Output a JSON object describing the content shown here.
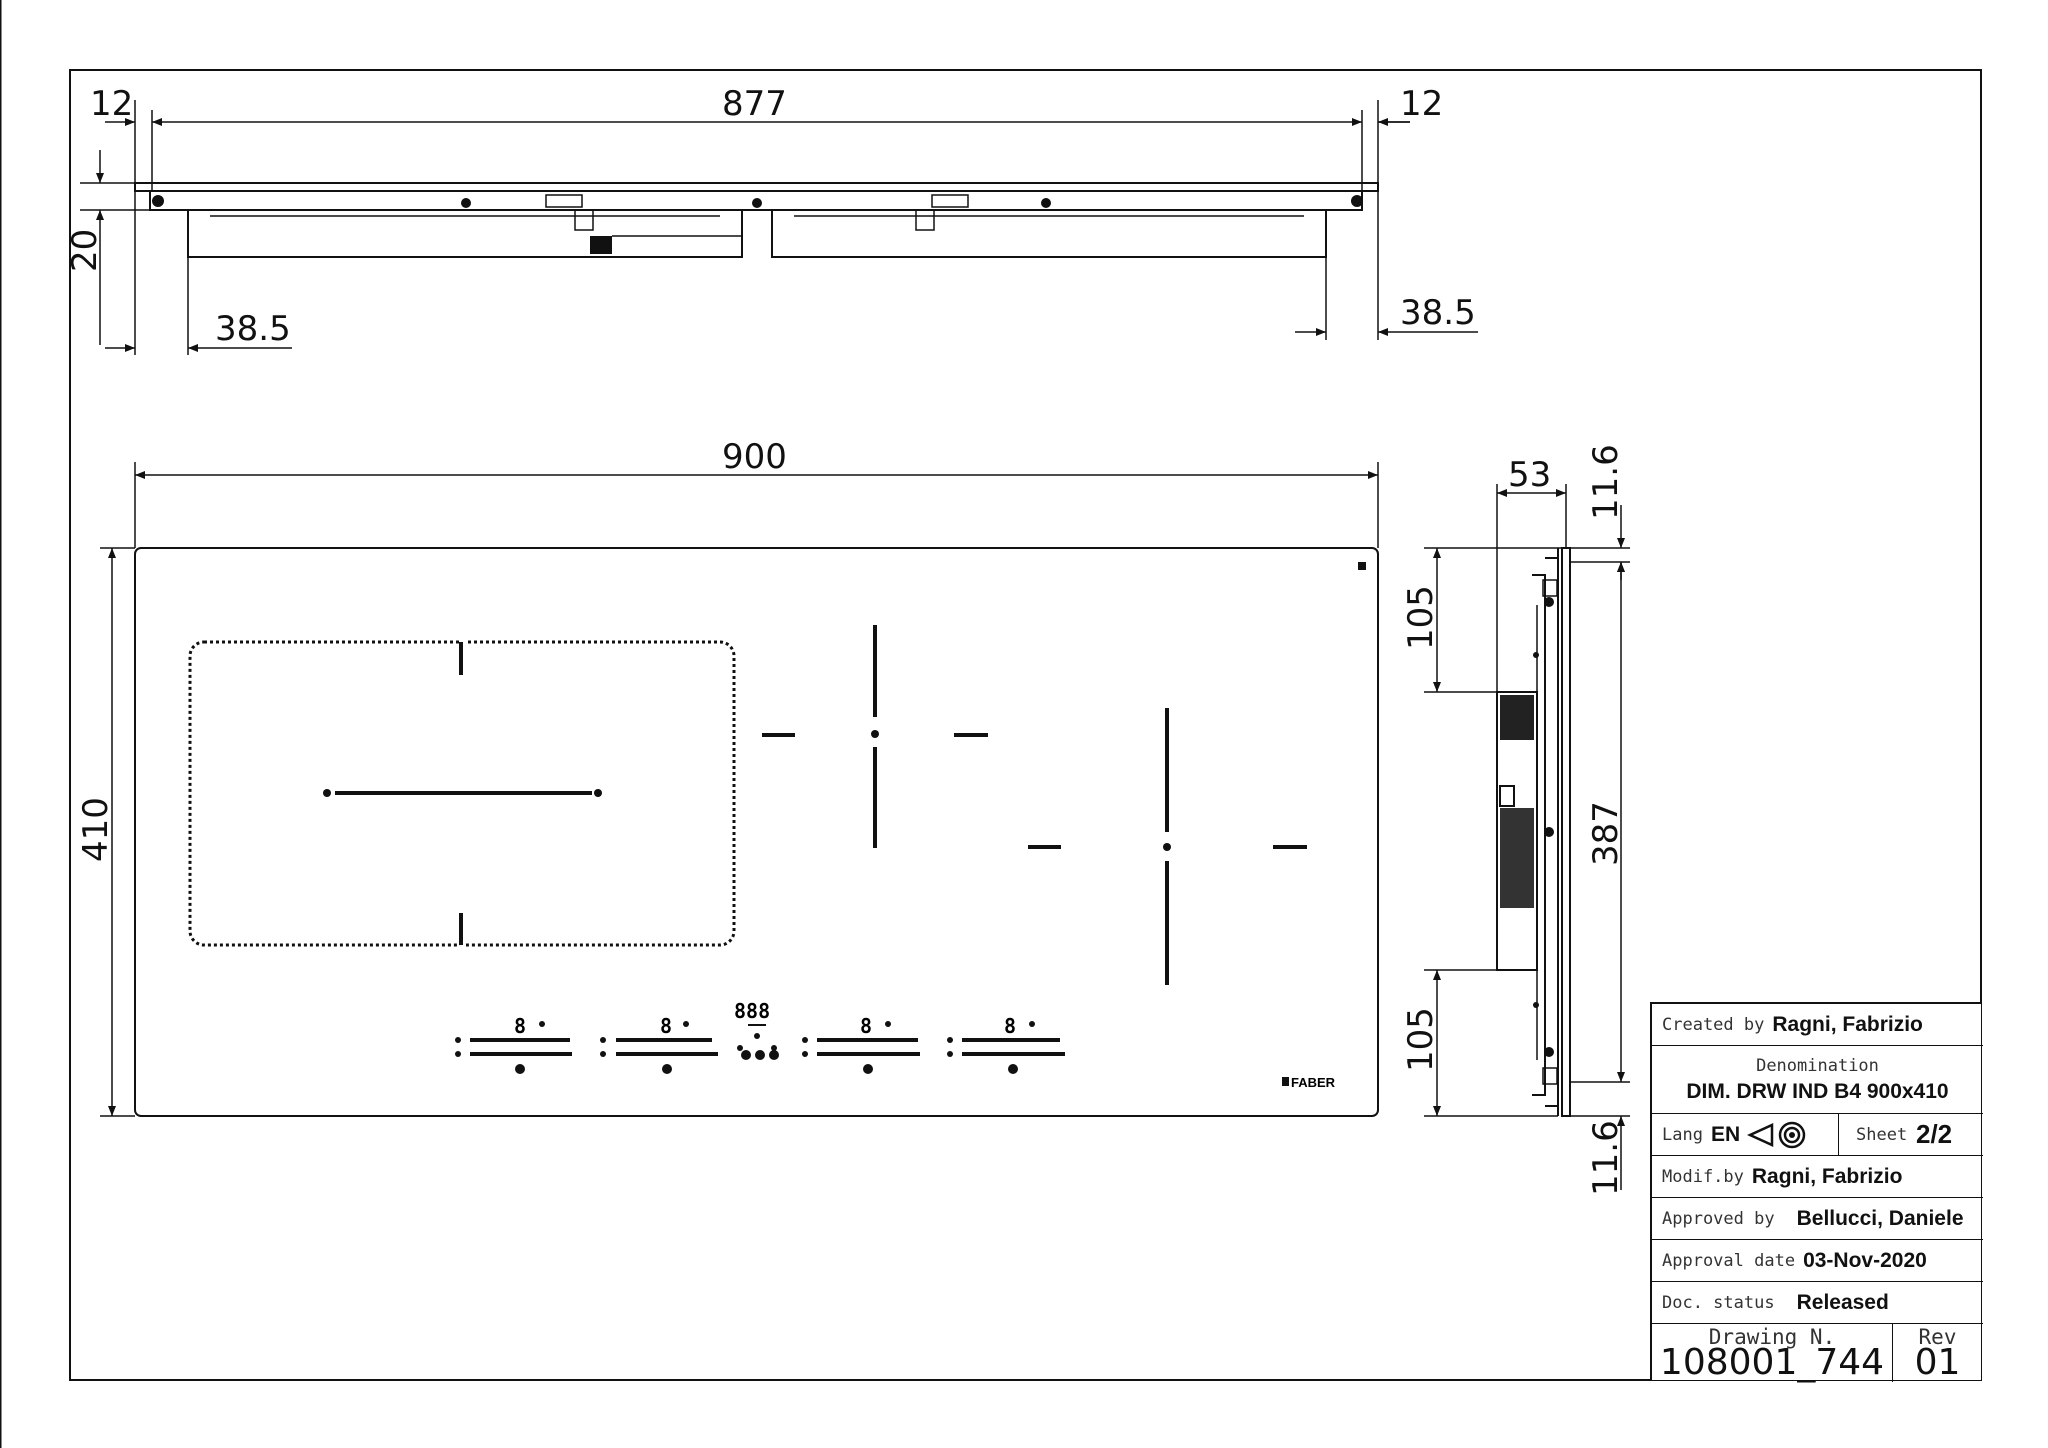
{
  "dimensions": {
    "top_left_overhang": "12",
    "top_width": "877",
    "top_right_overhang": "12",
    "depth": "20",
    "left_inset": "38.5",
    "right_inset": "38.5",
    "overall_width": "900",
    "overall_depth": "410",
    "side_thickness": "53",
    "side_top_offset": "11.6",
    "side_upper_span": "105",
    "side_height": "387",
    "side_lower_span": "105",
    "side_bottom_offset": "11.6"
  },
  "cooktop": {
    "brand": "FABER",
    "control_digits": [
      "8",
      "8",
      "888",
      "8",
      "8"
    ]
  },
  "title_block": {
    "created_label": "Created by",
    "created_value": "Ragni, Fabrizio",
    "denomination_label": "Denomination",
    "denomination_value": "DIM. DRW IND B4 900x410",
    "lang_label": "Lang",
    "lang_value": "EN",
    "sheet_label": "Sheet",
    "sheet_value": "2/2",
    "modif_label": "Modif.by",
    "modif_value": "Ragni, Fabrizio",
    "approved_label": "Approved by",
    "approved_value": "Bellucci, Daniele",
    "approval_date_label": "Approval date",
    "approval_date_value": "03-Nov-2020",
    "doc_status_label": "Doc. status",
    "doc_status_value": "Released",
    "drawing_label": "Drawing N.",
    "drawing_value": "108001_744",
    "rev_label": "Rev",
    "rev_value": "01"
  }
}
